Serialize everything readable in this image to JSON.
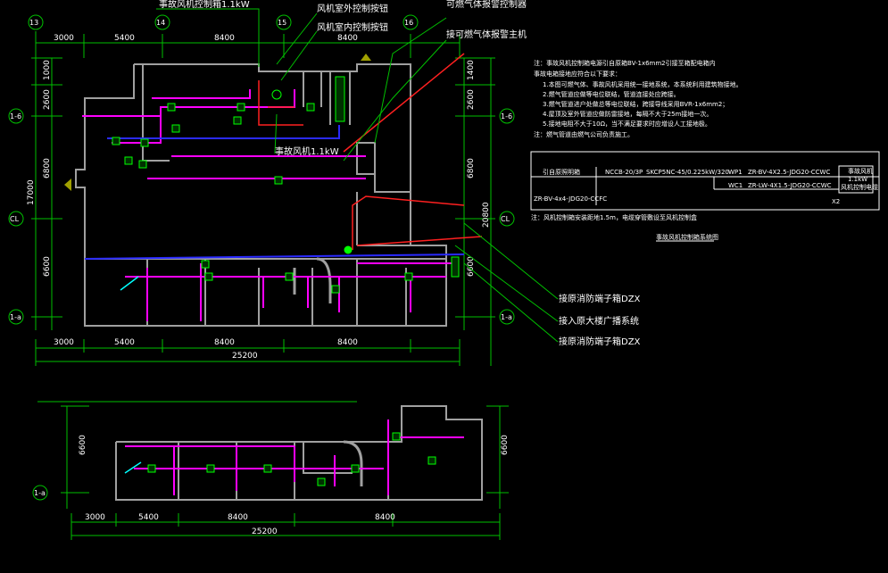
{
  "colors": {
    "background": "#000000",
    "wall": "#a0a0a0",
    "dimension": "#00c000",
    "magenta_line": "#ff00ff",
    "blue_line": "#2a2aff",
    "red_line": "#ff2020",
    "device": "#00ff00",
    "leader": "#00c000",
    "text": "#ffffff",
    "axis": "#ffffff"
  },
  "labels": {
    "fan_control_box": "事故风机控制箱1.1kW",
    "fan_outdoor_button": "风机室外控制按钮",
    "fan_indoor_button": "风机室内控制按钮",
    "gas_alarm_controller": "可燃气体报警控制器",
    "gas_alarm_host": "接可燃气体报警主机",
    "fan_motor": "事故风机1.1kW",
    "fire_terminal_1": "接原消防端子箱DZX",
    "broadcast": "接入原大楼广播系统",
    "fire_terminal_2": "接原消防端子箱DZX"
  },
  "grid_axes": {
    "top": [
      "13",
      "14",
      "15",
      "16"
    ],
    "left": [
      "1-6",
      "CL",
      "1-a"
    ],
    "right": [
      "1-6",
      "CL",
      "1-a"
    ],
    "lower_left": [
      "1-a"
    ]
  },
  "dimensions": {
    "top": [
      "3000",
      "5400",
      "8400",
      "8400"
    ],
    "bottom_spans": [
      "3000",
      "5400",
      "8400",
      "8400"
    ],
    "bottom_total": "25200",
    "left": [
      "1000",
      "2600",
      "6800",
      "6600"
    ],
    "left_total": "17000",
    "right": [
      "1400",
      "2600",
      "6800",
      "6600"
    ],
    "right_total": "20800",
    "lower_spans": [
      "3000",
      "5400",
      "8400",
      "8400"
    ],
    "lower_total": "25200",
    "lower_left": "6600",
    "lower_right": "6600"
  },
  "notes": {
    "heading": "注：事故风机控制箱电源引自原箱BV-1x6mm2引接至箱配电箱内",
    "sub": "事故电箱接地应符合以下要求：",
    "items": [
      "1.本图可燃气体、事故风机采用统一接地系统，本系统利用建筑物接地。",
      "2.燃气管道应做等电位联结，管道连接处应跨接。",
      "3.燃气管道进户处做总等电位联结，跨接导线采用BVR-1x6mm2；",
      "4.屋顶及室外管道应做防雷接地，每隔不大于25m接地一次。",
      "5.接地电阻不大于10Ω，当不满足要求时应增设人工接地极。"
    ],
    "footer": "注：燃气管道由燃气公司负责施工。"
  },
  "schedule": {
    "source": "引自原照明箱",
    "breaker": "NCCB-20/3P",
    "motor_starter": "SKCP5NC-45/0.225kW/320",
    "branch_wp": "WP1",
    "branch_wp_cable": "ZR-BV-4X2.5-JDG20-CCWC",
    "branch_wc": "WC1",
    "branch_wc_cable": "ZR-LW-4X1.5-JDG20-CCWC",
    "feeder_cable": "ZR-BV-4x4-JDG20-CCFC",
    "load_title": "事故风机",
    "load_power": "1.1kW",
    "load_sub": "风机控制电缆",
    "qty": "X2",
    "note": "注：风机控制箱安装距地1.5m，电缆穿管敷设至风机控制盒",
    "caption": "事故风机控制箱系统图"
  }
}
